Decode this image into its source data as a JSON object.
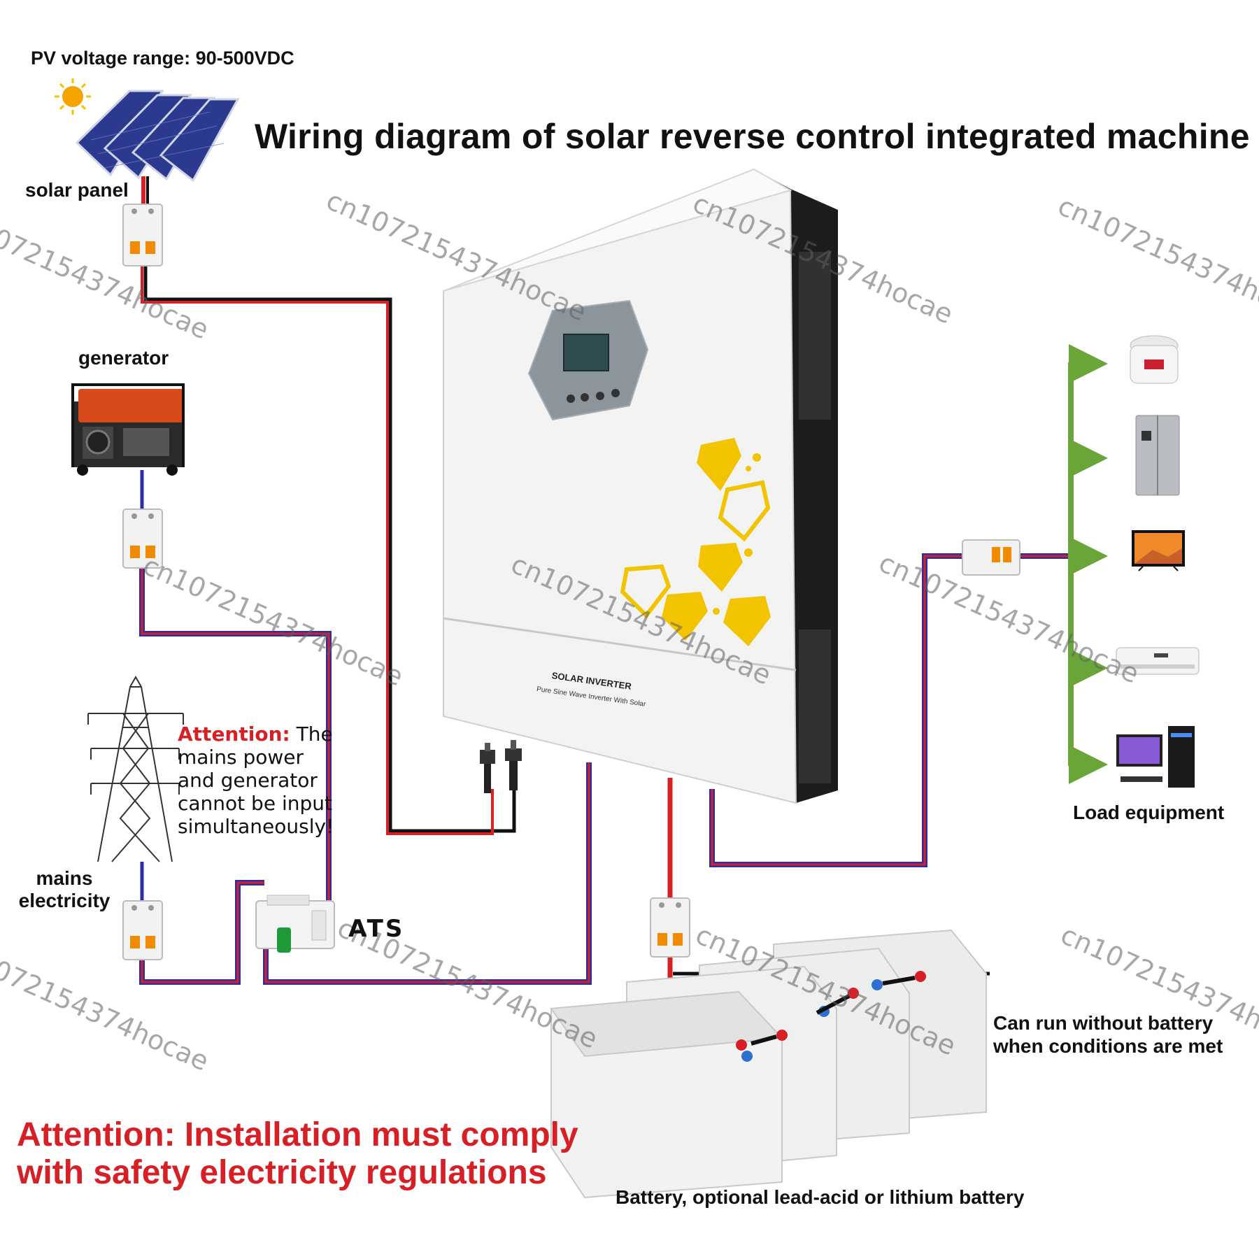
{
  "header": {
    "pv_range": "PV voltage range: 90-500VDC",
    "title": "Wiring diagram of solar reverse control integrated machine"
  },
  "labels": {
    "solar_panel": "solar panel",
    "generator": "generator",
    "mains_line1": "mains",
    "mains_line2": "electricity",
    "ats": "ATS",
    "load_equipment": "Load equipment",
    "no_battery_line1": "Can run without battery",
    "no_battery_line2": "when conditions are met",
    "battery": "Battery, optional lead-acid or lithium battery"
  },
  "notices": {
    "mains_attention_prefix": "Attention:",
    "mains_attention_text": "The mains power and generator cannot be input simultaneously!",
    "install_line1": "Attention: Installation must comply",
    "install_line2": "with safety electricity regulations"
  },
  "inverter": {
    "brand_line1": "SOLAR INVERTER",
    "brand_line2": "Pure Sine Wave Inverter With Solar"
  },
  "watermark": {
    "text": "cn1072154374hocae"
  },
  "colors": {
    "positive_wire": "#d62026",
    "negative_wire": "#1f2a8a",
    "ac_wire": "#2d2fa0",
    "load_bus": "#6aa53a",
    "accent_yellow": "#f2c400",
    "breaker_orange": "#f08a00",
    "attention_red": "#d62026"
  }
}
